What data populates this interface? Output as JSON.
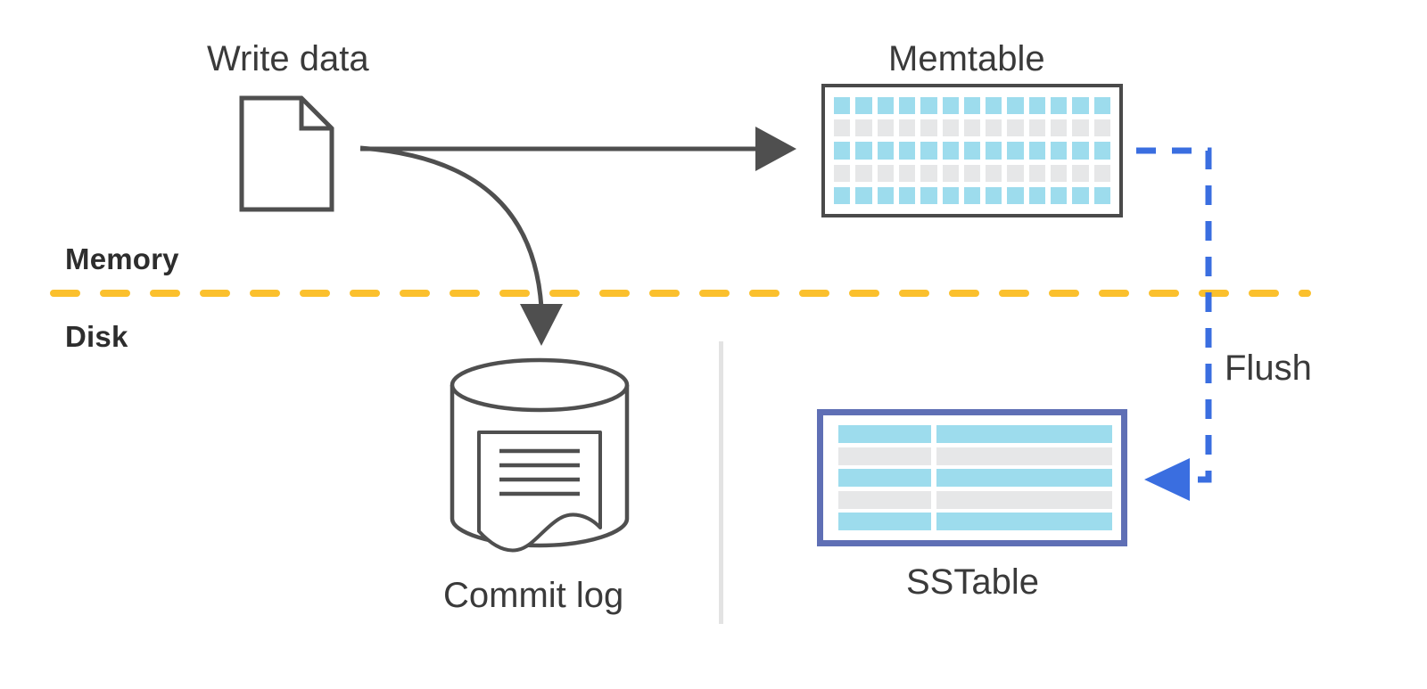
{
  "diagram": {
    "title": "LSM-tree write path: write data to memtable and commit log, flush to SSTable",
    "type": "flow-diagram"
  },
  "labels": {
    "write_data": "Write data",
    "memtable": "Memtable",
    "memory": "Memory",
    "disk": "Disk",
    "flush": "Flush",
    "commit_log": "Commit log",
    "sstable": "SSTable"
  },
  "icons": {
    "document": "document-icon",
    "database_cylinder": "database-cylinder-icon",
    "receipt": "receipt-icon",
    "arrow_right": "arrow-right-icon",
    "arrow_curved_down": "curved-arrow-down-icon",
    "arrow_left_dashed": "dashed-arrow-left-icon"
  },
  "colors": {
    "stroke_dark": "#4a4a4a",
    "text": "#3a3a3a",
    "memtable_border": "#4a4a4a",
    "cell_blue": "#9ddced",
    "cell_grey": "#e6e7e8",
    "sstable_border": "#5f6fb5",
    "flush_blue": "#3a6ee0",
    "boundary_yellow": "#fbc02d",
    "divider_grey": "#e3e3e3",
    "background": "#ffffff"
  },
  "memtable": {
    "columns": 13,
    "rows": 5,
    "row_colors": [
      "blue",
      "grey",
      "blue",
      "grey",
      "blue"
    ]
  },
  "sstable": {
    "rows": 5,
    "columns": 2,
    "row_colors": [
      "blue",
      "grey",
      "blue",
      "grey",
      "blue"
    ]
  },
  "connectors": {
    "write_to_memtable": "solid arrow right",
    "write_to_commit_log": "solid curved arrow down",
    "memtable_to_sstable": "dashed blue arrow labeled Flush",
    "memory_disk_boundary": "yellow dashed horizontal line"
  }
}
